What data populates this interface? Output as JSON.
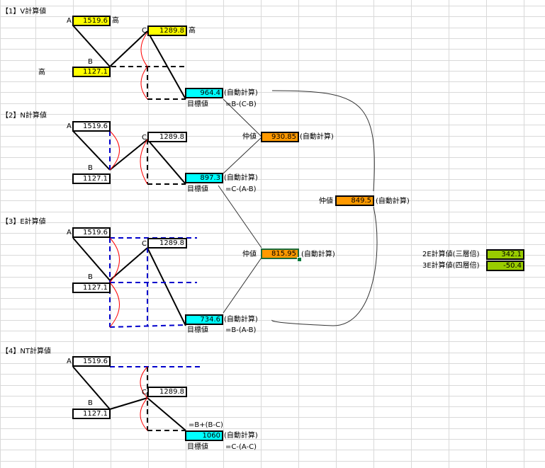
{
  "sections": {
    "v": {
      "title": "【1】V計算値"
    },
    "n": {
      "title": "【2】N計算値"
    },
    "e": {
      "title": "【3】E計算値"
    },
    "nt": {
      "title": "【4】NT計算値"
    }
  },
  "points": {
    "a": "A",
    "b": "B",
    "c": "C"
  },
  "v_calc": {
    "a_value": "1519.6",
    "a_mark": "高",
    "c_value": "1289.8",
    "c_mark": "高",
    "b_value": "1127.1",
    "b_mark": "高",
    "target_value": "964.4",
    "auto": "(自動計算)",
    "target_label": "目標値",
    "formula": "=B-(C-B)"
  },
  "n_calc": {
    "a_value": "1519.6",
    "c_value": "1289.8",
    "b_value": "1127.1",
    "target_value": "897.3",
    "auto": "(自動計算)",
    "target_label": "目標値",
    "formula": "=C-(A-B)"
  },
  "e_calc": {
    "a_value": "1519.6",
    "c_value": "1289.8",
    "b_value": "1127.1",
    "target_value": "734.6",
    "auto": "(自動計算)",
    "target_label": "目標値",
    "formula": "=B-(A-B)"
  },
  "nt_calc": {
    "a_value": "1519.6",
    "c_value": "1289.8",
    "b_value": "1127.1",
    "pre_formula": "=B+(B-C)",
    "target_value": "1060",
    "auto": "(自動計算)",
    "target_label": "目標値",
    "formula": "=C-(A-C)"
  },
  "midpoints": {
    "vn": {
      "label": "仲値",
      "value": "930.85",
      "auto": "(自動計算)"
    },
    "ne": {
      "label": "仲値",
      "value": "815.95",
      "auto": "(自動計算)"
    },
    "ve": {
      "label": "仲値",
      "value": "849.5",
      "auto": "(自動計算)"
    }
  },
  "extra": {
    "e2_label": "2E計算値(三層倍)",
    "e2_value": "342.1",
    "e3_label": "3E計算値(四層倍)",
    "e3_value": "-50.4"
  },
  "colors": {
    "high_box": "#ffff00",
    "target_box": "#00ffff",
    "mid_box": "#ff9900",
    "extra_box": "#99cc00",
    "dashed_blue": "#0000cc",
    "arc_red": "#ff0000"
  }
}
